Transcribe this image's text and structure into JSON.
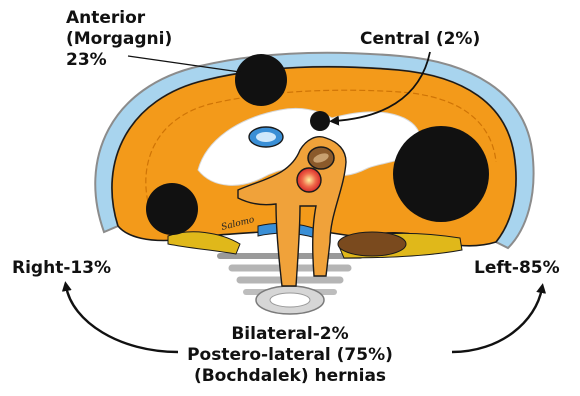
{
  "labels": {
    "anterior": [
      "Anterior",
      "(Morgagni)",
      "23%"
    ],
    "central": "Central (2%)",
    "right": "Right-13%",
    "left": "Left-85%",
    "bottom": [
      "Bilateral-2%",
      "Postero-lateral (75%)",
      "(Bochdalek) hernias"
    ],
    "signature": "Salomo"
  },
  "colors": {
    "diaphragm_muscle": "#f39a1a",
    "central_tendon": "#ffffff",
    "rim_pleura": "#a8d4ee",
    "rim_outline": "#8c8c8c",
    "hernia_defect": "#111111",
    "outline": "#1a1a1a",
    "esophagus": "#8b5a2b",
    "aorta": "#e8413c",
    "ivc": "#3a8fd6",
    "kidney_brown": "#7a4a1e",
    "crus_yellow": "#e0b81a",
    "spine_gray": "#bfbfbf",
    "arrow": "#111111"
  }
}
